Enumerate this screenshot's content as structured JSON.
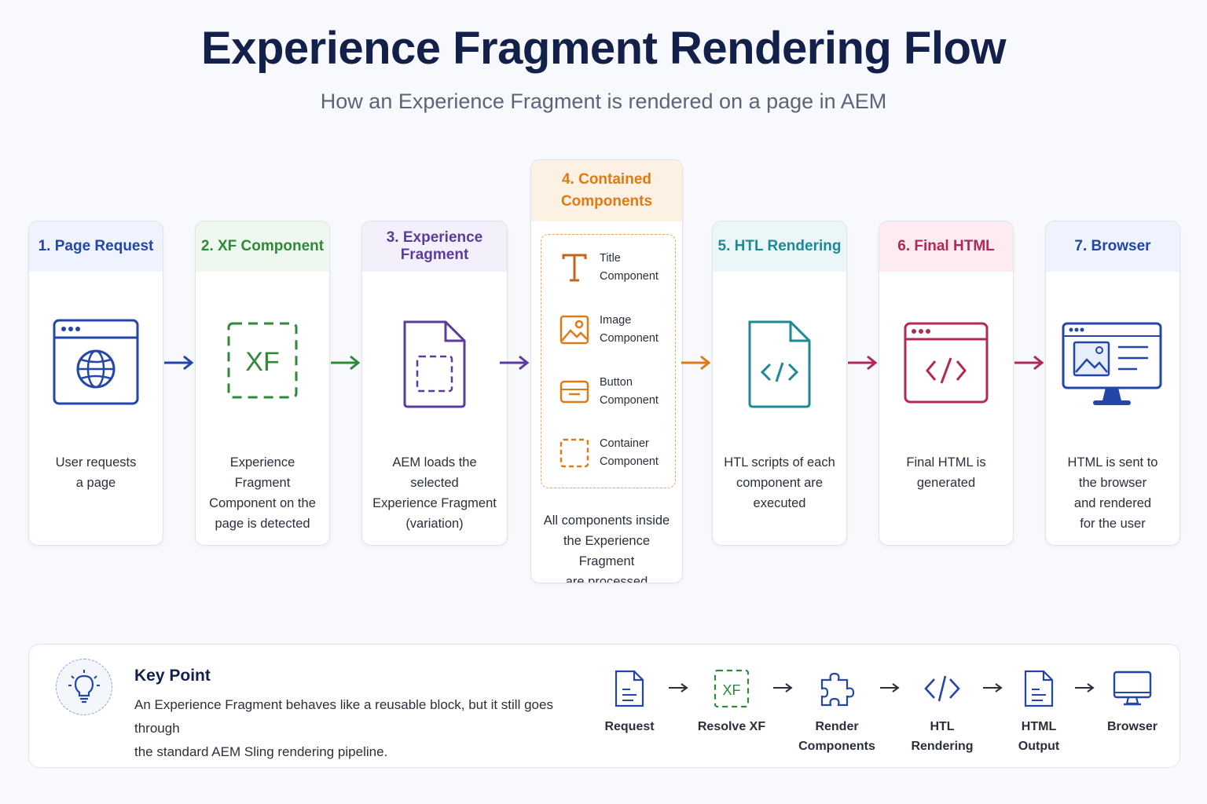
{
  "header": {
    "title": "Experience Fragment Rendering Flow",
    "subtitle": "How an Experience Fragment is rendered on a page in AEM"
  },
  "colors": {
    "navy": "#13204a",
    "blue": "#2346a8",
    "green": "#2e8a3a",
    "purple": "#5a3c9c",
    "orange": "#e07a14",
    "teal": "#1e8a93",
    "crimson": "#b02a55"
  },
  "steps": [
    {
      "title": "1. Page Request",
      "icon": "browser-globe-icon",
      "desc": [
        "User requests",
        "a page"
      ]
    },
    {
      "title": "2. XF Component",
      "icon": "xf-icon",
      "icon_text": "XF",
      "desc": [
        "Experience Fragment",
        "Component on the",
        "page is detected"
      ]
    },
    {
      "title": "3. Experience Fragment",
      "icon": "document-icon",
      "desc": [
        "AEM loads the selected",
        "Experience Fragment",
        "(variation)"
      ]
    },
    {
      "title_lines": [
        "4. Contained",
        "Components"
      ],
      "desc": [
        "All components inside",
        "the Experience Fragment",
        "are processed"
      ],
      "components": [
        {
          "icon": "title-icon",
          "lines": [
            "Title",
            "Component"
          ]
        },
        {
          "icon": "image-icon",
          "lines": [
            "Image",
            "Component"
          ]
        },
        {
          "icon": "button-icon",
          "lines": [
            "Button",
            "Component"
          ]
        },
        {
          "icon": "container-icon",
          "lines": [
            "Container",
            "Component"
          ]
        }
      ]
    },
    {
      "title": "5. HTL Rendering",
      "icon": "code-file-icon",
      "desc": [
        "HTL scripts of each",
        "component are",
        "executed"
      ]
    },
    {
      "title": "6. Final HTML",
      "icon": "code-window-icon",
      "desc": [
        "Final HTML is",
        "generated"
      ]
    },
    {
      "title": "7. Browser",
      "icon": "monitor-icon",
      "desc": [
        "HTML is sent to",
        "the browser",
        "and rendered",
        "for the user"
      ]
    }
  ],
  "key_point": {
    "title": "Key Point",
    "text": [
      "An Experience Fragment behaves like a reusable block, but it still goes through",
      "the standard AEM Sling rendering pipeline."
    ],
    "pipeline": [
      {
        "icon": "request-doc-icon",
        "lines": [
          "Request"
        ]
      },
      {
        "icon": "xf-small-icon",
        "icon_text": "XF",
        "lines": [
          "Resolve XF"
        ]
      },
      {
        "icon": "puzzle-icon",
        "lines": [
          "Render",
          "Components"
        ]
      },
      {
        "icon": "code-icon",
        "lines": [
          "HTL",
          "Rendering"
        ]
      },
      {
        "icon": "html-doc-icon",
        "lines": [
          "HTML",
          "Output"
        ]
      },
      {
        "icon": "browser-monitor-icon",
        "lines": [
          "Browser"
        ]
      }
    ]
  }
}
